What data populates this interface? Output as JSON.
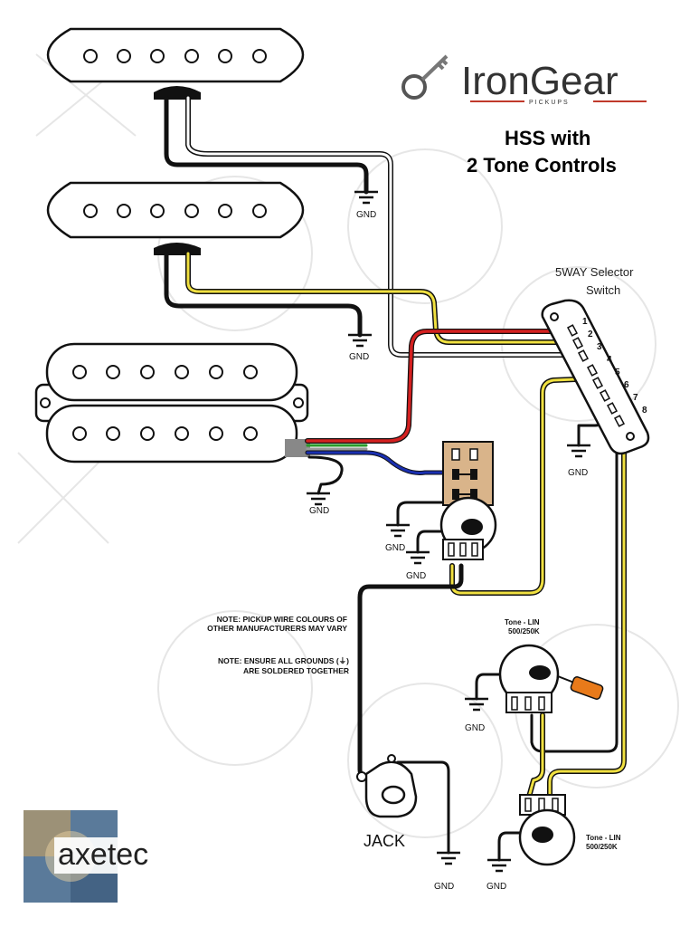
{
  "brand": {
    "name": "IronGear",
    "tagline": "PICKUPS"
  },
  "title": {
    "line1": "HSS with",
    "line2": "2 Tone Controls"
  },
  "selector": {
    "label_line1": "5WAY Selector",
    "label_line2": "Switch",
    "terminals": [
      "1",
      "2",
      "3",
      "4",
      "5",
      "6",
      "7",
      "8"
    ]
  },
  "ground_label": "GND",
  "notes": {
    "line1": "NOTE: PICKUP WIRE COLOURS OF",
    "line2": "OTHER MANUFACTURERS MAY VARY",
    "line3": "NOTE: ENSURE ALL GROUNDS (⏚)",
    "line4": "ARE SOLDERED TOGETHER"
  },
  "tone_upper": {
    "line1": "Tone - LIN",
    "line2": "500/250K"
  },
  "tone_lower": {
    "line1": "Tone - LIN",
    "line2": "500/250K"
  },
  "jack_label": "JACK",
  "footer_logo": "axetec",
  "colors": {
    "red_wire": "#d42020",
    "yellow_wire": "#f0e040",
    "blue_wire": "#1a2fb0",
    "green_wire": "#2a9a2a",
    "black_wire": "#111111",
    "capacitor": "#e87a1a",
    "switch_tab": "#d9b48a",
    "brand_accent": "#c0392b"
  }
}
